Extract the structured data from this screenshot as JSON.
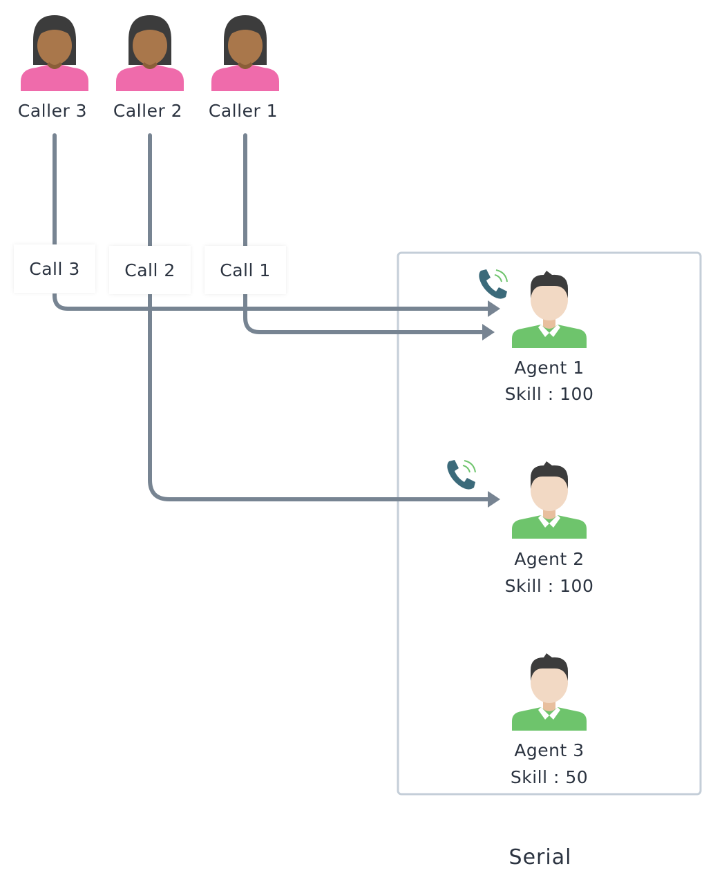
{
  "callers": [
    {
      "label": "Caller 3",
      "icon": "female-caller-icon"
    },
    {
      "label": "Caller 2",
      "icon": "female-caller-icon"
    },
    {
      "label": "Caller 1",
      "icon": "female-caller-icon"
    }
  ],
  "calls": [
    {
      "label": "Call 3"
    },
    {
      "label": "Call 2"
    },
    {
      "label": "Call 1"
    }
  ],
  "agents": [
    {
      "name": "Agent 1",
      "skill": "Skill : 100",
      "on_call": true
    },
    {
      "name": "Agent 2",
      "skill": "Skill : 100",
      "on_call": true
    },
    {
      "name": "Agent 3",
      "skill": "Skill : 50",
      "on_call": false
    }
  ],
  "routes": [
    {
      "from": "Call 3",
      "to": "Agent 1"
    },
    {
      "from": "Call 1",
      "to": "Agent 1"
    },
    {
      "from": "Call 2",
      "to": "Agent 2"
    }
  ],
  "footer_label": "Serial",
  "colors": {
    "connector": "#778492",
    "group_border": "#c4ced8",
    "caller_shirt": "#ef6bab",
    "caller_skin": "#a9774b",
    "caller_hair": "#3c3c3c",
    "agent_shirt": "#6ec46c",
    "agent_skin": "#f2d9c4",
    "agent_hair": "#3c3c3c",
    "phone": "#3b6a7a",
    "signal": "#6ec46c"
  }
}
